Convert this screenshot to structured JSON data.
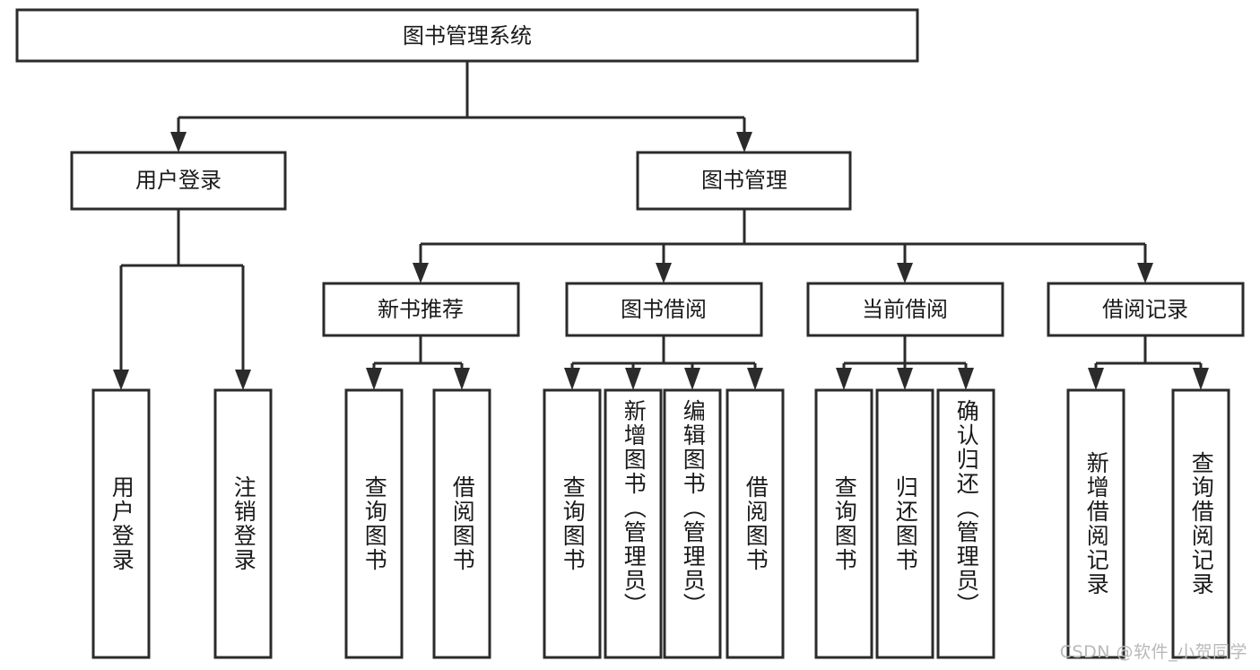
{
  "diagram": {
    "kind": "tree-hierarchy-chart",
    "root": {
      "id": "root",
      "label": "图书管理系统",
      "orientation": "horizontal"
    },
    "level2": [
      {
        "id": "user-login",
        "label": "用户登录",
        "orientation": "horizontal"
      },
      {
        "id": "book-manage",
        "label": "图书管理",
        "orientation": "horizontal"
      }
    ],
    "level3": [
      {
        "id": "new-book-rec",
        "label": "新书推荐",
        "orientation": "horizontal",
        "parent": "book-manage"
      },
      {
        "id": "book-borrow",
        "label": "图书借阅",
        "orientation": "horizontal",
        "parent": "book-manage"
      },
      {
        "id": "current-borrow",
        "label": "当前借阅",
        "orientation": "horizontal",
        "parent": "book-manage"
      },
      {
        "id": "borrow-record",
        "label": "借阅记录",
        "orientation": "horizontal",
        "parent": "book-manage"
      }
    ],
    "leaves": [
      {
        "id": "leaf-user-login",
        "label": "用户登录",
        "orientation": "vertical",
        "parent": "user-login"
      },
      {
        "id": "leaf-logout",
        "label": "注销登录",
        "orientation": "vertical",
        "parent": "user-login"
      },
      {
        "id": "leaf-query-book-1",
        "label": "查询图书",
        "orientation": "vertical",
        "parent": "new-book-rec"
      },
      {
        "id": "leaf-borrow-book-1",
        "label": "借阅图书",
        "orientation": "vertical",
        "parent": "new-book-rec"
      },
      {
        "id": "leaf-query-book-2",
        "label": "查询图书",
        "orientation": "vertical",
        "parent": "book-borrow"
      },
      {
        "id": "leaf-add-book",
        "label": "新增图书（管理员）",
        "orientation": "vertical",
        "parent": "book-borrow"
      },
      {
        "id": "leaf-edit-book",
        "label": "编辑图书（管理员）",
        "orientation": "vertical",
        "parent": "book-borrow"
      },
      {
        "id": "leaf-borrow-book-2",
        "label": "借阅图书",
        "orientation": "vertical",
        "parent": "book-borrow"
      },
      {
        "id": "leaf-query-book-3",
        "label": "查询图书",
        "orientation": "vertical",
        "parent": "current-borrow"
      },
      {
        "id": "leaf-return-book",
        "label": "归还图书",
        "orientation": "vertical",
        "parent": "current-borrow"
      },
      {
        "id": "leaf-confirm-return",
        "label": "确认归还（管理员）",
        "orientation": "vertical",
        "parent": "current-borrow"
      },
      {
        "id": "leaf-add-record",
        "label": "新增借阅记录",
        "orientation": "vertical",
        "parent": "borrow-record"
      },
      {
        "id": "leaf-query-record",
        "label": "查询借阅记录",
        "orientation": "vertical",
        "parent": "borrow-record"
      }
    ],
    "colors": {
      "stroke": "#2b2b2b",
      "fill": "#ffffff",
      "text": "#1a1a1a",
      "background": "#ffffff",
      "watermark": "#b9b9b9"
    }
  },
  "watermark": {
    "text": "CSDN @软件_小贺同学"
  }
}
